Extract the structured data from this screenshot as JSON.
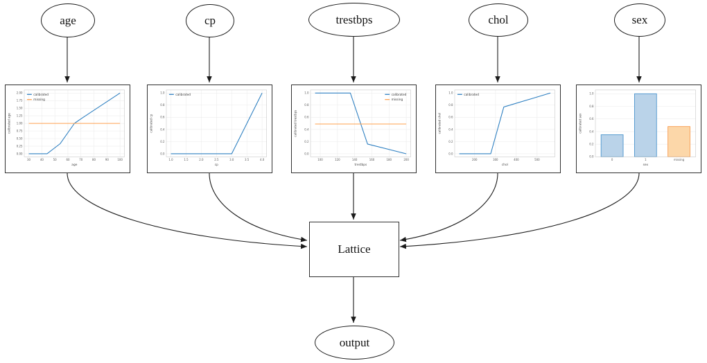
{
  "diagram": {
    "features": [
      {
        "label": "age"
      },
      {
        "label": "cp"
      },
      {
        "label": "trestbps"
      },
      {
        "label": "chol"
      },
      {
        "label": "sex"
      }
    ],
    "lattice_label": "Lattice",
    "output_label": "output"
  },
  "colors": {
    "blue": "#2d7fc1",
    "orange": "#ffa04e",
    "bar_blue_fill": "#bad3e9",
    "bar_blue_edge": "#4a94cd",
    "bar_orange_fill": "#fcd7a9",
    "bar_orange_edge": "#f8994a",
    "grid": "#e9e9e9",
    "spine": "#c8c8c8",
    "tick_text": "#555555",
    "label_text": "#444444",
    "legend_text": "#333333"
  },
  "chart_data": [
    {
      "type": "line",
      "xlabel": "age",
      "ylabel": "calibrated age",
      "xlim": [
        26.5,
        103.5
      ],
      "ylim": [
        -0.1,
        2.1
      ],
      "xticks": [
        "30",
        "40",
        "50",
        "60",
        "70",
        "80",
        "90",
        "100"
      ],
      "yticks": [
        "0.00",
        "0.25",
        "0.50",
        "0.75",
        "1.00",
        "1.25",
        "1.50",
        "1.75",
        "2.00"
      ],
      "legend": "upper left",
      "series": [
        {
          "name": "calibrated",
          "color": "blue",
          "x": [
            30,
            44,
            54,
            65,
            70,
            100
          ],
          "y": [
            0.0,
            0.0,
            0.33,
            1.0,
            1.15,
            2.0
          ]
        },
        {
          "name": "missing",
          "color": "orange",
          "x": [
            30,
            100
          ],
          "y": [
            1.0,
            1.0
          ]
        }
      ]
    },
    {
      "type": "line",
      "xlabel": "cp",
      "ylabel": "calibrated cp",
      "xlim": [
        0.85,
        4.15
      ],
      "ylim": [
        -0.05,
        1.05
      ],
      "xticks": [
        "1.0",
        "1.5",
        "2.0",
        "2.5",
        "3.0",
        "3.5",
        "4.0"
      ],
      "yticks": [
        "0.0",
        "0.2",
        "0.4",
        "0.6",
        "0.8",
        "1.0"
      ],
      "legend": "upper left",
      "series": [
        {
          "name": "calibrated",
          "color": "blue",
          "x": [
            1,
            3,
            4
          ],
          "y": [
            0.0,
            0.0,
            1.0
          ]
        }
      ]
    },
    {
      "type": "line",
      "xlabel": "trestbps",
      "ylabel": "calibrated trestbps",
      "xlim": [
        88.7,
        205.3
      ],
      "ylim": [
        -0.05,
        1.05
      ],
      "xticks": [
        "100",
        "120",
        "140",
        "160",
        "180",
        "200"
      ],
      "yticks": [
        "0.0",
        "0.2",
        "0.4",
        "0.6",
        "0.8",
        "1.0"
      ],
      "legend": "upper right",
      "series": [
        {
          "name": "calibrated",
          "color": "blue",
          "x": [
            94,
            135,
            155,
            200
          ],
          "y": [
            1.0,
            1.0,
            0.16,
            0.0
          ]
        },
        {
          "name": "missing",
          "color": "orange",
          "x": [
            94,
            200
          ],
          "y": [
            0.49,
            0.49
          ]
        }
      ]
    },
    {
      "type": "line",
      "xlabel": "chol",
      "ylabel": "calibrated chol",
      "xlim": [
        104,
        586
      ],
      "ylim": [
        -0.05,
        1.05
      ],
      "xticks": [
        "200",
        "300",
        "400",
        "500"
      ],
      "yticks": [
        "0.0",
        "0.2",
        "0.4",
        "0.6",
        "0.8",
        "1.0"
      ],
      "legend": "upper left",
      "series": [
        {
          "name": "calibrated",
          "color": "blue",
          "x": [
            126,
            277,
            340,
            564
          ],
          "y": [
            0.0,
            0.0,
            0.77,
            1.0
          ]
        }
      ]
    },
    {
      "type": "bar",
      "xlabel": "sex",
      "ylabel": "calibrated sex",
      "ylim": [
        0,
        1.06
      ],
      "yticks": [
        "0.0",
        "0.2",
        "0.4",
        "0.6",
        "0.8",
        "1.0"
      ],
      "categories": [
        "0",
        "1",
        "missing"
      ],
      "values": [
        0.35,
        1.0,
        0.48
      ],
      "bar_colors": [
        "blue",
        "blue",
        "orange"
      ]
    }
  ]
}
